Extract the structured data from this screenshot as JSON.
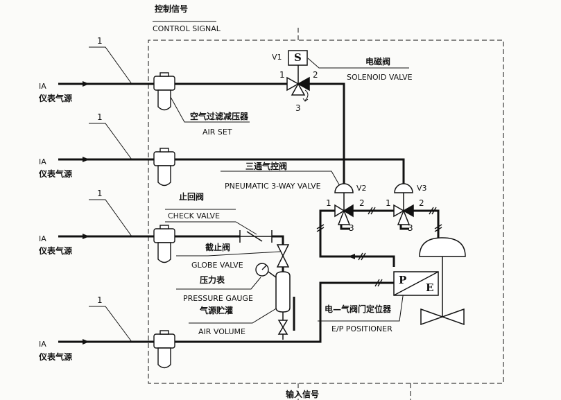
{
  "header": {
    "control_signal_cn": "控制信号",
    "control_signal_en": "CONTROL SIGNAL"
  },
  "air_sources": [
    {
      "code": "IA",
      "name_cn": "仪表气源",
      "line_no": "1"
    },
    {
      "code": "IA",
      "name_cn": "仪表气源",
      "line_no": "1"
    },
    {
      "code": "IA",
      "name_cn": "仪表气源",
      "line_no": "1"
    },
    {
      "code": "IA",
      "name_cn": "仪表气源",
      "line_no": "1"
    }
  ],
  "solenoid": {
    "tag": "V1",
    "symbol": "S",
    "label_cn": "电磁阀",
    "label_en": "SOLENOID VALVE",
    "ports": [
      "1",
      "2",
      "3"
    ]
  },
  "air_set": {
    "label_cn": "空气过滤减压器",
    "label_en": "AIR SET"
  },
  "pneumatic_valve": {
    "label_cn": "三通气控阀",
    "label_en": "PNEUMATIC 3-WAY VALVE"
  },
  "v2": {
    "tag": "V2",
    "ports": [
      "1",
      "2",
      "3"
    ]
  },
  "v3": {
    "tag": "V3",
    "ports": [
      "1",
      "2",
      "3"
    ]
  },
  "check_valve": {
    "label_cn": "止回阀",
    "label_en": "CHECK VALVE"
  },
  "globe_valve": {
    "label_cn": "截止阀",
    "label_en": "GLOBE VALVE"
  },
  "pressure_gauge": {
    "label_cn": "压力表",
    "label_en": "PRESSURE GAUGE"
  },
  "air_volume": {
    "label_cn": "气源贮灌",
    "label_en": "AIR VOLUME"
  },
  "positioner": {
    "symbol_p": "P",
    "symbol_e": "E",
    "label_cn": "电—气阀门定位器",
    "label_en": "E/P POSITIONER"
  },
  "footer": {
    "input_signal_cn": "输入信号"
  }
}
